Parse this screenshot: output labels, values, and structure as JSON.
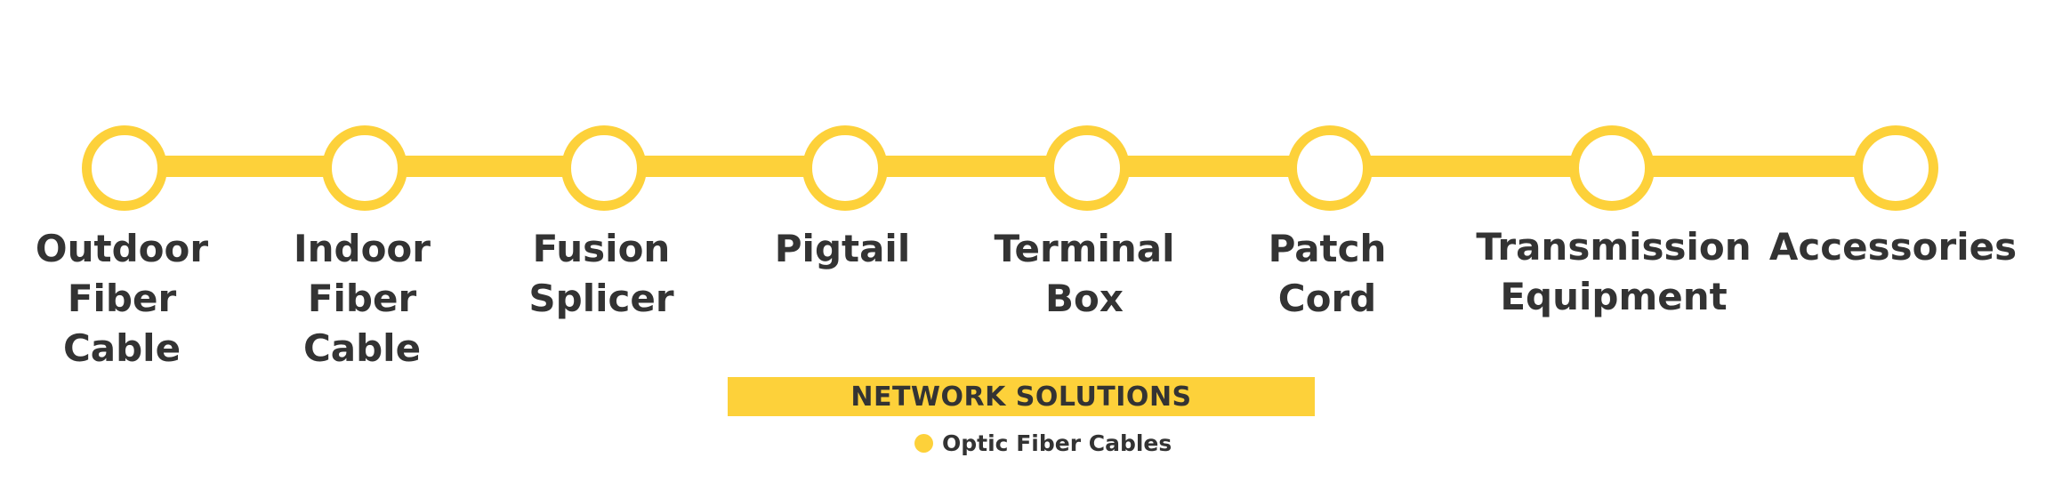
{
  "colors": {
    "accent": "#FDD13A",
    "text": "#333333",
    "background": "#ffffff"
  },
  "timeline": {
    "steps": [
      {
        "label": "Outdoor\nFiber\nCable"
      },
      {
        "label": "Indoor\nFiber\nCable"
      },
      {
        "label": "Fusion\nSplicer"
      },
      {
        "label": "Pigtail"
      },
      {
        "label": "Terminal\nBox"
      },
      {
        "label": "Patch Cord"
      },
      {
        "label": "Transmission\nEquipment"
      },
      {
        "label": "Accessories"
      }
    ]
  },
  "banner": {
    "title": "NETWORK SOLUTIONS"
  },
  "legend": {
    "label": "Optic Fiber Cables",
    "icon": "dot-icon"
  }
}
